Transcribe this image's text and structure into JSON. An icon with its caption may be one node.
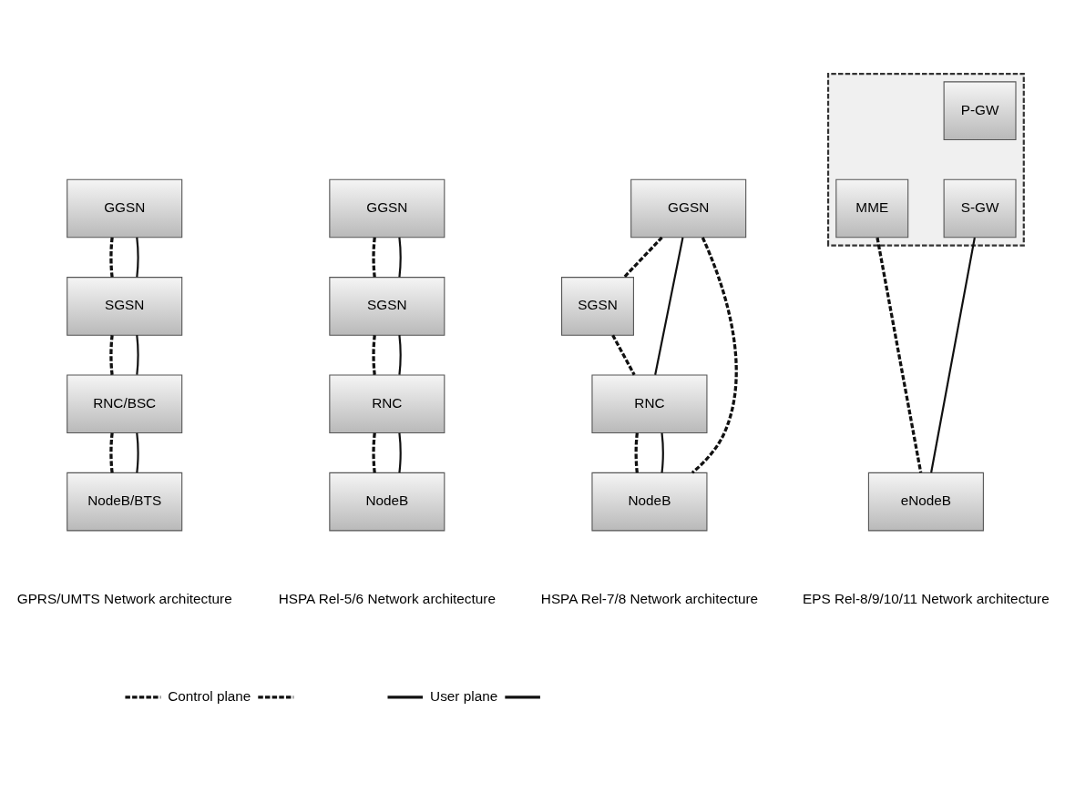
{
  "diagram": {
    "nodes": [
      {
        "text": [
          "GGSN"
        ]
      },
      {
        "text": [
          "SGSN"
        ]
      },
      {
        "text": [
          "RNC/BSC"
        ]
      },
      {
        "text": [
          "NodeB/BTS"
        ]
      },
      {
        "text": [
          "GGSN"
        ]
      },
      {
        "text": [
          "SGSN"
        ]
      },
      {
        "text": [
          "RNC"
        ]
      },
      {
        "text": [
          "NodeB"
        ]
      },
      {
        "text": [
          "GGSN"
        ]
      },
      {
        "text": [
          "SGSN"
        ]
      },
      {
        "text": [
          "RNC"
        ]
      },
      {
        "text": [
          "NodeB"
        ]
      },
      {
        "text": [],
        "shape": "box"
      },
      {
        "text": [
          "P-GW"
        ],
        "in": 12
      },
      {
        "text": [
          "MME"
        ],
        "in": 12
      },
      {
        "text": [
          "S-GW"
        ],
        "in": 12
      },
      {
        "text": [
          "eNodeB"
        ]
      }
    ],
    "edges": [
      {
        "from": 0,
        "to": 1,
        "arrow": "none",
        "style": "dashed"
      },
      {
        "from": 0,
        "to": 1,
        "arrow": "none"
      },
      {
        "from": 1,
        "to": 2,
        "arrow": "none",
        "style": "dashed"
      },
      {
        "from": 1,
        "to": 2,
        "arrow": "none"
      },
      {
        "from": 2,
        "to": 3,
        "arrow": "none",
        "style": "dashed"
      },
      {
        "from": 2,
        "to": 3,
        "arrow": "none"
      },
      {
        "from": 4,
        "to": 5,
        "arrow": "none",
        "style": "dashed"
      },
      {
        "from": 4,
        "to": 5,
        "arrow": "none"
      },
      {
        "from": 5,
        "to": 6,
        "arrow": "none",
        "style": "dashed"
      },
      {
        "from": 5,
        "to": 6,
        "arrow": "none"
      },
      {
        "from": 6,
        "to": 7,
        "arrow": "none",
        "style": "dashed"
      },
      {
        "from": 6,
        "to": 7,
        "arrow": "none"
      },
      {
        "from": 8,
        "to": 9,
        "arrow": "none",
        "style": "dashed"
      },
      {
        "from": 8,
        "to": 10,
        "arrow": "none"
      },
      {
        "from": 8,
        "to": 11,
        "arrow": "none",
        "style": "dashed"
      },
      {
        "from": 9,
        "to": 10,
        "arrow": "none",
        "style": "dashed"
      },
      {
        "from": 10,
        "to": 11,
        "arrow": "none",
        "style": "dashed"
      },
      {
        "from": 10,
        "to": 11,
        "arrow": "none"
      },
      {
        "from": 14,
        "to": 16,
        "arrow": "none",
        "style": "dashed"
      },
      {
        "from": 15,
        "to": 16,
        "arrow": "none"
      }
    ],
    "labels": [
      "GPRS/UMTS Network architecture",
      "HSPA Rel-5/6 Network architecture",
      "HSPA Rel-7/8 Network architecture",
      "EPS Rel-8/9/10/11 Network architecture"
    ],
    "legend": [
      {
        "text": "Control plane"
      },
      {
        "text": "User plane"
      }
    ]
  }
}
